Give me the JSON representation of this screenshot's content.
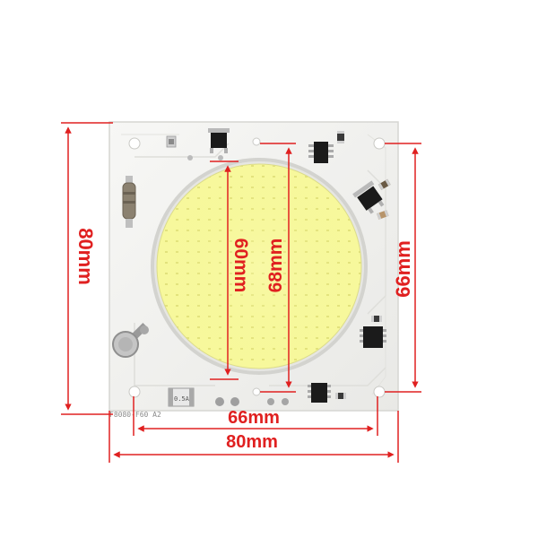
{
  "board": {
    "model_marking": "F8080-F60  A2",
    "fuse_marking": "0.5A"
  },
  "dimensions": {
    "board_height": "80mm",
    "board_width": "80mm",
    "hole_spacing_horizontal": "66mm",
    "hole_spacing_vertical": "66mm",
    "led_diameter": "60mm",
    "pad_diameter": "68mm"
  },
  "colors": {
    "dimension": "#e02020",
    "pcb": "#f3f3f1",
    "led": "#f6f79a",
    "pad_ring": "#c9c9c9"
  }
}
